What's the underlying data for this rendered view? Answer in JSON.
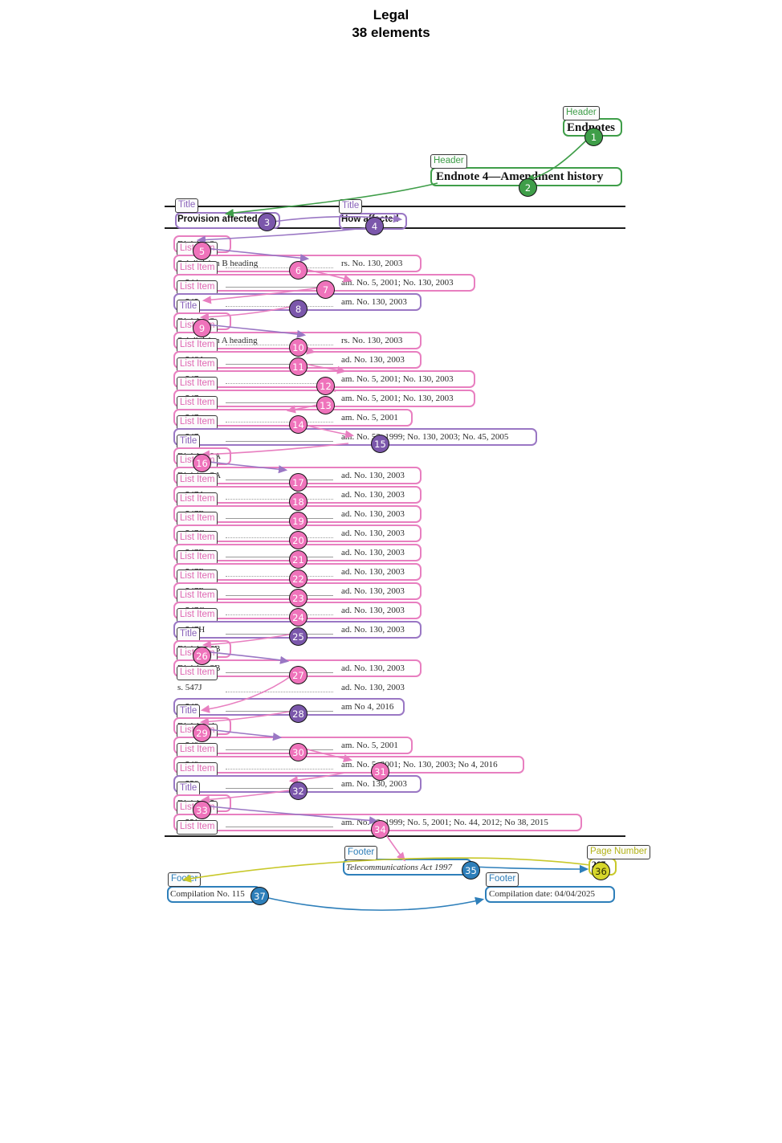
{
  "title": {
    "line1": "Legal",
    "line2": "38 elements"
  },
  "legend_types": {
    "title": "Title",
    "list_item": "List Item",
    "header": "Header",
    "footer": "Footer",
    "page_number": "Page Number"
  },
  "colors": {
    "title": "#9a77c4",
    "list_item": "#e87fc0",
    "header": "#3f9e49",
    "footer": "#2e7fba",
    "page_number": "#c8c82a",
    "document_text": "#2b2b2b",
    "rule": "#1c1c1c"
  },
  "document": {
    "header_endnotes": "Endnotes",
    "header_endnote4": "Endnote 4—Amendment history",
    "col_left_header": "Provision affected",
    "col_right_header": "How affected",
    "footer_act": "Telecommunications Act 1997",
    "footer_compilation_no": "Compilation No. 115",
    "footer_compilation_date": "Compilation date: 04/04/2025",
    "page_number": "267"
  },
  "rows": [
    {
      "n": 5,
      "left": "Division 2",
      "right": "",
      "type": "list_item"
    },
    {
      "n": 6,
      "left": "Subdivision B heading",
      "right": "rs. No. 130, 2003",
      "type": "list_item"
    },
    {
      "n": 7,
      "left": "s. 544",
      "right": "am. No. 5, 2001; No. 130, 2003",
      "type": "list_item"
    },
    {
      "n": 8,
      "left": "s. 545",
      "right": "am. No. 130, 2003",
      "type": "title"
    },
    {
      "n": 9,
      "left": "Division 3",
      "right": "",
      "type": "list_item"
    },
    {
      "n": 10,
      "left": "Subdivision A heading",
      "right": "rs. No. 130, 2003",
      "type": "list_item"
    },
    {
      "n": 11,
      "left": "s. 546A",
      "right": "ad. No. 130, 2003",
      "type": "list_item"
    },
    {
      "n": 12,
      "left": "s. 547",
      "right": "am. No. 5, 2001; No. 130, 2003",
      "type": "list_item"
    },
    {
      "n": 13,
      "left": "s. 547",
      "right": "am. No. 5, 2001; No. 130, 2003",
      "type": "list_item"
    },
    {
      "n": 14,
      "left": "s. 547",
      "right": "am. No. 5, 2001",
      "type": "list_item"
    },
    {
      "n": 15,
      "left": "s. 547",
      "right": "am. No. 52, 1999; No. 130, 2003; No. 45, 2005",
      "type": "title"
    },
    {
      "n": 16,
      "left": "Division 3A",
      "right": "",
      "type": "list_item"
    },
    {
      "n": 17,
      "left": "Division 3A",
      "right": "ad. No. 130, 2003",
      "type": "list_item"
    },
    {
      "n": 18,
      "left": "s. 547A",
      "right": "ad. No. 130, 2003",
      "type": "list_item"
    },
    {
      "n": 19,
      "left": "s. 547B",
      "right": "ad. No. 130, 2003",
      "type": "list_item"
    },
    {
      "n": 20,
      "left": "s. 547C",
      "right": "ad. No. 130, 2003",
      "type": "list_item"
    },
    {
      "n": 21,
      "left": "s. 547D",
      "right": "ad. No. 130, 2003",
      "type": "list_item"
    },
    {
      "n": 22,
      "left": "s. 547E",
      "right": "ad. No. 130, 2003",
      "type": "list_item"
    },
    {
      "n": 23,
      "left": "s. 547F",
      "right": "ad. No. 130, 2003",
      "type": "list_item"
    },
    {
      "n": 24,
      "left": "s. 547G",
      "right": "ad. No. 130, 2003",
      "type": "list_item"
    },
    {
      "n": 25,
      "left": "s. 547H",
      "right": "ad. No. 130, 2003",
      "type": "title"
    },
    {
      "n": 26,
      "left": "Division 3B",
      "right": "",
      "type": "list_item"
    },
    {
      "n": 27,
      "left": "Division 3B",
      "right": "ad. No. 130, 2003",
      "type": "list_item"
    },
    {
      "n": null,
      "left": "s. 547J",
      "right": "ad. No. 130, 2003",
      "type": "plain"
    },
    {
      "n": 28,
      "left": "s. 548",
      "right": "am No 4, 2016",
      "type": "title"
    },
    {
      "n": 29,
      "left": "Division 4",
      "right": "",
      "type": "list_item"
    },
    {
      "n": 30,
      "left": "s. 549",
      "right": "am. No. 5, 2001",
      "type": "list_item"
    },
    {
      "n": 31,
      "left": "s. 549",
      "right": "am. No. 5, 2001; No. 130, 2003; No 4, 2016",
      "type": "list_item"
    },
    {
      "n": 32,
      "left": "s. 550",
      "right": "am. No. 130, 2003",
      "type": "title"
    },
    {
      "n": 33,
      "left": "Division 5",
      "right": "",
      "type": "list_item"
    },
    {
      "n": 34,
      "left": "s. 551",
      "right": "am. No. 52, 1999; No. 5, 2001; No. 44, 2012; No 38, 2015",
      "type": "list_item"
    }
  ],
  "elements": [
    {
      "n": 1,
      "type": "header",
      "label": "Header",
      "text": "Endnotes"
    },
    {
      "n": 2,
      "type": "header",
      "label": "Header",
      "text": "Endnote 4—Amendment history"
    },
    {
      "n": 3,
      "type": "title",
      "label": "Title",
      "text": "Provision affected"
    },
    {
      "n": 4,
      "type": "title",
      "label": "Title",
      "text": "How affected"
    },
    {
      "n": 35,
      "type": "footer",
      "label": "Footer",
      "text": "Telecommunications Act 1997"
    },
    {
      "n": 36,
      "type": "page_number",
      "label": "Page Number",
      "text": "267"
    },
    {
      "n": 37,
      "type": "footer",
      "label": "Footer",
      "text": "Compilation No. 115"
    },
    {
      "n": null,
      "type": "footer",
      "label": "Footer",
      "text": "Compilation date: 04/04/2025"
    }
  ]
}
